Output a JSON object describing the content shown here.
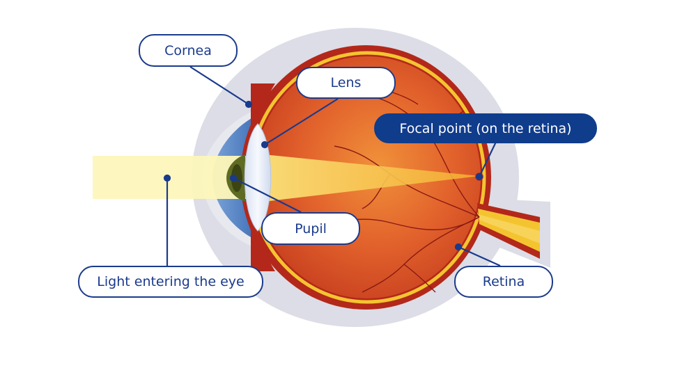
{
  "labels": {
    "cornea": "Cornea",
    "lens": "Lens",
    "focal_point": "Focal point (on the retina)",
    "pupil": "Pupil",
    "light": "Light entering the eye",
    "retina": "Retina"
  },
  "colors": {
    "label_border": "#1a3a8c",
    "label_text": "#1a3a8c",
    "focal_label_fill": "#103c8c",
    "leader_line": "#1a3a8c",
    "sclera_outer": "#dcdde6",
    "eyeball_red": "#c8321e",
    "eyeball_inner": "#e2622c",
    "retina_yellow": "#f4c430",
    "cornea_blue": "#4f7fc4",
    "iris_green": "#6f7a2a",
    "lens_white": "#e8eef8",
    "light_beam": "#fdf6b8",
    "focus_cone": "#f8c64a"
  }
}
